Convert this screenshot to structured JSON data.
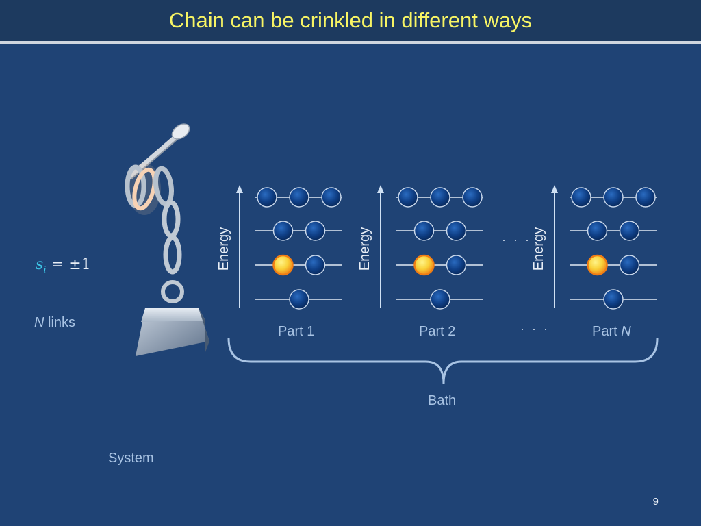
{
  "slide": {
    "title": "Chain can be crinkled in different ways",
    "page_number": "9"
  },
  "system": {
    "label": "System",
    "spin_var": "s",
    "spin_sub": "i",
    "spin_rhs": "= ±1",
    "links_var": "N",
    "links_text": " links"
  },
  "bath": {
    "label": "Bath",
    "axis_label": "Energy",
    "ellipsis": "· · ·",
    "parts": [
      {
        "label": "Part 1",
        "n": ""
      },
      {
        "label": "Part 2",
        "n": ""
      },
      {
        "label": "Part ",
        "n": "N"
      }
    ]
  },
  "colors": {
    "background": "#1f4375",
    "title": "#f7f464",
    "text": "#a9c4e4",
    "ball_blue": "#0f3f86",
    "ball_gold": "#f9c22e"
  },
  "icons": [
    "chain-icon",
    "nail-icon",
    "weight-icon",
    "energy-level-ball-icon"
  ]
}
